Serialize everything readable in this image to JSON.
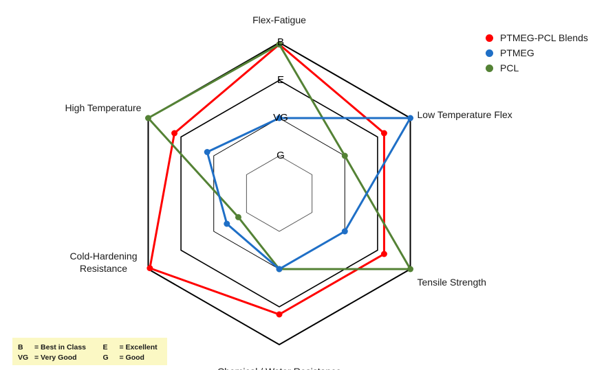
{
  "chart_data": {
    "type": "radar",
    "title": "",
    "axes": [
      "Flex-Fatigue",
      "Low Temperature Flex",
      "Tensile Strength",
      "Chemical / Water Resistance",
      "Cold-Hardening Resistance",
      "High Temperature"
    ],
    "axis_label_lines": [
      [
        "Flex-Fatigue"
      ],
      [
        "Low Temperature Flex"
      ],
      [
        "Tensile Strength"
      ],
      [
        "Chemical / Water Resistance"
      ],
      [
        "Cold-Hardening",
        "Resistance"
      ],
      [
        "High Temperature"
      ]
    ],
    "rating_levels": [
      "G",
      "VG",
      "E",
      "B"
    ],
    "scale_range": [
      0,
      4
    ],
    "series": [
      {
        "name": "PTMEG-PCL Blends",
        "color": "#ff0000",
        "values": [
          3.95,
          3.2,
          3.2,
          3.2,
          3.95,
          3.2
        ]
      },
      {
        "name": "PTMEG",
        "color": "#1f6fc6",
        "values": [
          2.0,
          4.0,
          2.0,
          2.0,
          1.6,
          2.2
        ]
      },
      {
        "name": "PCL",
        "color": "#548235",
        "values": [
          3.95,
          2.0,
          4.0,
          2.0,
          1.25,
          4.0
        ]
      }
    ],
    "legend_position": "top-right",
    "grid": true
  },
  "key": {
    "rows": [
      [
        {
          "abbr": "B",
          "text": "= Best in Class"
        },
        {
          "abbr": "E",
          "text": "= Excellent"
        }
      ],
      [
        {
          "abbr": "VG",
          "text": "= Very Good"
        },
        {
          "abbr": "G",
          "text": "= Good"
        }
      ]
    ]
  }
}
